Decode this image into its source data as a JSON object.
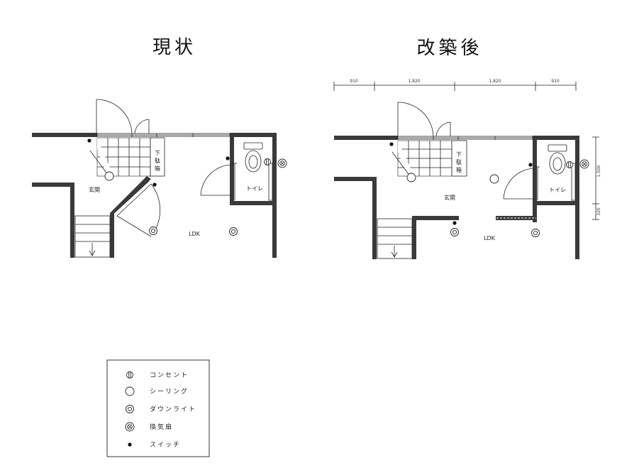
{
  "titles": {
    "current": "現状",
    "after": "改築後"
  },
  "room_labels": {
    "genkan": "玄関",
    "toilet": "トイレ",
    "ldk": "LDK",
    "shoebox_lines": [
      "下",
      "駄",
      "箱"
    ]
  },
  "dimensions": {
    "top": [
      "910",
      "1,820",
      "1,820",
      "910"
    ],
    "right": [
      "1,500",
      "320"
    ]
  },
  "legend": [
    {
      "symbol": "outlet-icon",
      "label": "コンセント"
    },
    {
      "symbol": "ceiling-light-icon",
      "label": "シーリング"
    },
    {
      "symbol": "downlight-icon",
      "label": "ダウンライト"
    },
    {
      "symbol": "exhaust-fan-icon",
      "label": "換気扇"
    },
    {
      "symbol": "switch-icon",
      "label": "スイッチ"
    }
  ],
  "colors": {
    "wall": "#3a3a3a",
    "line": "#222222"
  }
}
